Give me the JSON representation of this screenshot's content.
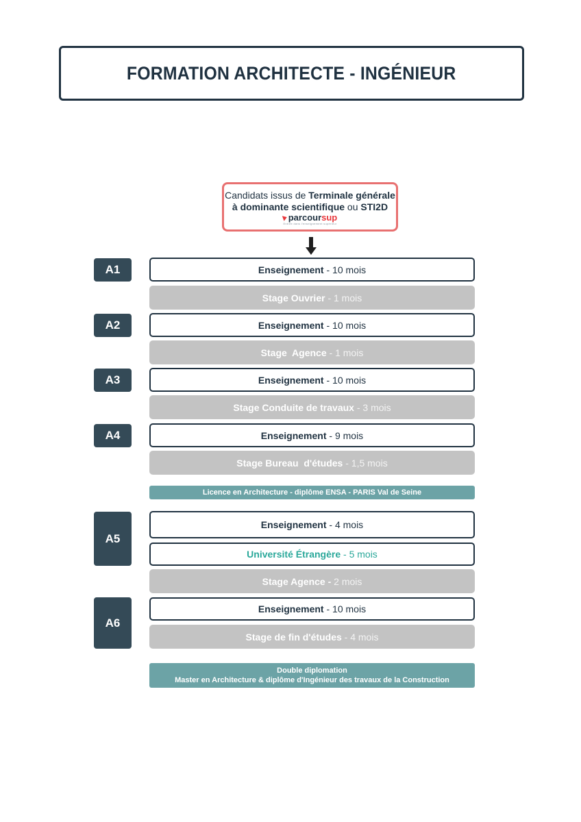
{
  "title": "FORMATION ARCHITECTE - INGÉNIEUR",
  "candidats": {
    "prefix": "Candidats issus  de ",
    "bold1": "Terminale générale",
    "bold2": "à dominante scientifique",
    "mid": " ou ",
    "bold3": "STI2D"
  },
  "parcoursup": {
    "part1": "parcour",
    "part2": "sup",
    "tagline": "Entrée dans l'enseignement supérieur"
  },
  "years": [
    "A1",
    "A2",
    "A3",
    "A4",
    "A5",
    "A6"
  ],
  "rows": [
    {
      "label": "Enseignement",
      "duration": " - 10 mois"
    },
    {
      "label": "Stage Ouvrier",
      "duration": " - 1 mois"
    },
    {
      "label": "Enseignement",
      "duration": " - 10 mois"
    },
    {
      "label": "Stage  Agence",
      "duration": " - 1 mois"
    },
    {
      "label": "Enseignement",
      "duration": " - 10 mois"
    },
    {
      "label": "Stage Conduite de travaux",
      "duration": " - 3 mois"
    },
    {
      "label": "Enseignement",
      "duration": " - 9 mois"
    },
    {
      "label": "Stage Bureau  d'études",
      "duration": " - 1,5 mois"
    },
    {
      "label": "Enseignement",
      "duration": " - 4 mois"
    },
    {
      "label": "Université Étrangère",
      "duration": " - 5 mois"
    },
    {
      "label": "Stage Agence -",
      "duration": " 2 mois"
    },
    {
      "label": "Enseignement",
      "duration": " - 10 mois"
    },
    {
      "label": "Stage de fin d'études",
      "duration": " - 4 mois"
    }
  ],
  "diplomas": {
    "licence": "Licence en Architecture - diplôme ENSA - PARIS Val de Seine",
    "double_line1": "Double diplomation",
    "double_line2": "Master en Architecture & diplôme d'Ingénieur des travaux de la Construction"
  },
  "colors": {
    "dark": "#1f3140",
    "year_badge": "#344a57",
    "stage": "#c3c3c3",
    "diploma": "#6ca3a6",
    "accent_red": "#e87070",
    "university": "#2aa89a"
  }
}
